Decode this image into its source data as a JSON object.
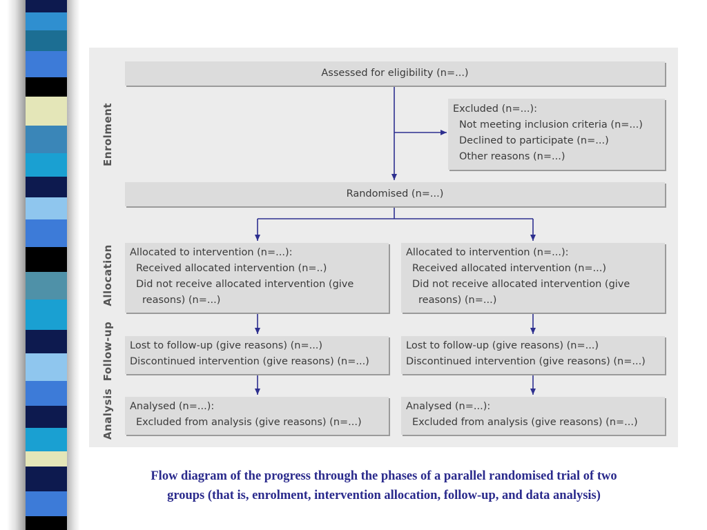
{
  "stripe_colors": [
    "#0d1a4f",
    "#2f8fd0",
    "#1c6e93",
    "#3d7bd8",
    "#000000",
    "#e4e6b8",
    "#3a86b8",
    "#1aa0d2",
    "#0d1a4f",
    "#8fc6ee",
    "#3d7bd8",
    "#000000",
    "#4f91a8",
    "#1aa0d2",
    "#0d1a4f",
    "#8fc6ee",
    "#3d7bd8",
    "#0d1a4f",
    "#1aa0d2",
    "#e4e6b8",
    "#0d1a4f",
    "#3d7bd8",
    "#000000"
  ],
  "phases": {
    "enrolment": "Enrolment",
    "allocation": "Allocation",
    "follow_up": "Follow-up",
    "analysis": "Analysis"
  },
  "assessed": "Assessed for eligibility (n=...)",
  "excluded": {
    "title": "Excluded (n=...):",
    "items": [
      "Not meeting inclusion criteria (n=...)",
      "Declined to participate (n=...)",
      "Other reasons (n=...)"
    ]
  },
  "randomised": "Randomised (n=...)",
  "arms": [
    {
      "allocated": "Allocated to intervention (n=...):",
      "received": "Received allocated intervention (n=..)",
      "not_received_1": "Did not receive allocated intervention (give",
      "not_received_2": "reasons) (n=...)",
      "lost": "Lost to follow-up (give reasons) (n=...)",
      "discontinued": "Discontinued intervention (give reasons) (n=...)",
      "analysed": "Analysed (n=...):",
      "excluded_analysis": "Excluded from analysis (give reasons) (n=...)"
    },
    {
      "allocated": "Allocated to intervention (n=...):",
      "received": "Received allocated intervention (n=...)",
      "not_received_1": "Did not receive allocated intervention (give",
      "not_received_2": "reasons) (n=...)",
      "lost": "Lost to follow-up (give reasons) (n=...)",
      "discontinued": "Discontinued intervention (give reasons) (n=...)",
      "analysed": "Analysed (n=...):",
      "excluded_analysis": "Excluded from analysis (give reasons) (n=...)"
    }
  ],
  "caption": {
    "line1": "Flow diagram of the progress through the phases of a parallel randomised trial of two",
    "line2": "groups (that is, enrolment, intervention allocation, follow-up, and data analysis)"
  },
  "colors": {
    "arrow": "#2d2f8f",
    "caption": "#2a2a8c"
  }
}
